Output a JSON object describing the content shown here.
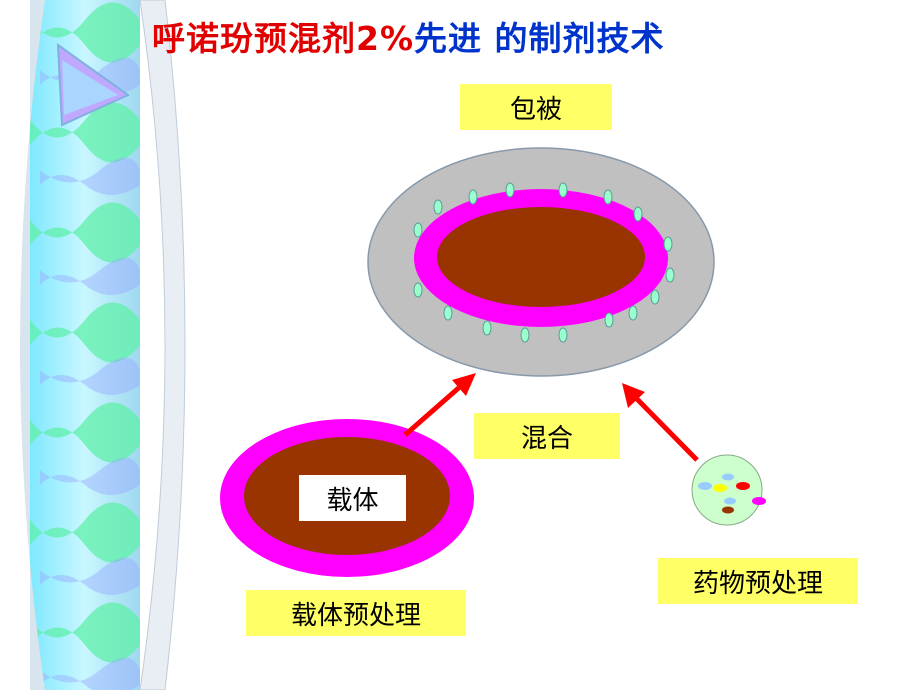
{
  "title": {
    "part1": "呼诺玢预混剂2%",
    "part2": "先进 的制剂技术"
  },
  "labels": {
    "coating": "包被",
    "mixing": "混合",
    "carrier": "载体",
    "carrier_pretreatment": "载体预处理",
    "drug_pretreatment": "药物预处理"
  },
  "colors": {
    "coating_gray": "#c0c0c0",
    "magenta_ring": "#ff00ff",
    "core_brown": "#993300",
    "arrow_red": "#ff0000",
    "label_yellow": "#ffff66",
    "particle_cyan": "#99ffcc"
  }
}
